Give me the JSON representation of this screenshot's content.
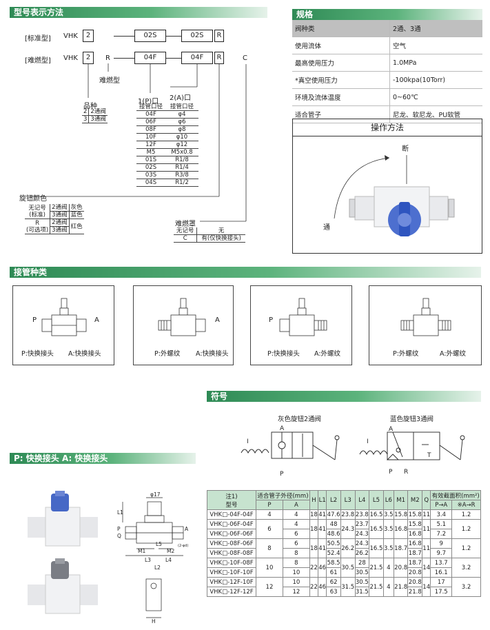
{
  "model": {
    "title": "型号表示方法",
    "std_label": "[标准型]",
    "std_prefix": "VHK",
    "std_codes": [
      "2",
      "02S",
      "02S",
      "R"
    ],
    "fr_label": "[难燃型]",
    "fr_prefix": "VHK",
    "fr_codes": [
      "2",
      "R",
      "04F",
      "04F",
      "R",
      "C"
    ],
    "fr_note": "难燃型",
    "variety_title": "品种",
    "variety_rows": [
      [
        "2",
        "2通阀"
      ],
      [
        "3",
        "3通阀"
      ]
    ],
    "bore_title_p": "1(P)口",
    "bore_title_a": "2(A)口",
    "bore_head": [
      "接管口径",
      "接管口径"
    ],
    "bore_rows": [
      [
        "04F",
        "φ4"
      ],
      [
        "06F",
        "φ6"
      ],
      [
        "08F",
        "φ8"
      ],
      [
        "10F",
        "φ10"
      ],
      [
        "12F",
        "φ12"
      ],
      [
        "M5",
        "M5x0.8"
      ],
      [
        "01S",
        "R1/8"
      ],
      [
        "02S",
        "R1/4"
      ],
      [
        "03S",
        "R3/8"
      ],
      [
        "04S",
        "R1/2"
      ]
    ],
    "knob_title": "旋钮颜色",
    "knob_rows": [
      {
        "code": "无记号\n(标准)",
        "ways": [
          "2通阀",
          "3通阀"
        ],
        "colors": [
          "灰色",
          "蓝色"
        ]
      },
      {
        "code": "R\n(可选项)",
        "ways": [
          "2通阀",
          "3通阀"
        ],
        "color": "红色"
      }
    ],
    "cover_title": "难燃罩",
    "cover_rows": [
      [
        "无记号",
        "无"
      ],
      [
        "C",
        "有(仅快换接头)"
      ]
    ]
  },
  "spec": {
    "title": "规格",
    "rows": [
      [
        "阀种类",
        "2通、3通"
      ],
      [
        "使用流体",
        "空气"
      ],
      [
        "最高使用压力",
        "1.0MPa"
      ],
      [
        "*真空使用压力",
        "-100kpa(10Torr)"
      ],
      [
        "环境及流体温度",
        "0~60℃"
      ],
      [
        "适合管子",
        "尼龙、软尼龙、PU软管"
      ]
    ]
  },
  "operation": {
    "title": "操作方法",
    "off": "断",
    "on": "通"
  },
  "connect": {
    "title": "接管种类",
    "cards": [
      {
        "p": "P:快换接头",
        "a": "A:快换接头"
      },
      {
        "p": "P:外螺纹",
        "a": "A:快换接头"
      },
      {
        "p": "P:快换接头",
        "a": "A:外螺纹"
      },
      {
        "p": "P:外螺纹",
        "a": "A:外螺纹"
      }
    ],
    "port_p": "P",
    "port_a": "A"
  },
  "symbol": {
    "title": "符号",
    "left_title": "灰色旋钮2通阀",
    "right_title": "蓝色旋钮3通阀",
    "marks": {
      "i": "I",
      "a": "A",
      "p": "P",
      "r": "R",
      "t": "T"
    }
  },
  "pp": {
    "title": "P: 快换接头  A: 快换接头",
    "dims": {
      "d17": "φ17",
      "l1": "L1",
      "p": "P",
      "q": "Q",
      "a": "A",
      "l5": "L5",
      "m1": "M1",
      "m2": "M2",
      "l3": "L3",
      "l4": "L4",
      "l2": "L2",
      "h": "H",
      "tube": "(2-φd)"
    }
  },
  "table": {
    "note": "注1)",
    "h_model": "型号",
    "h_tube": "适合管子外径(mm)",
    "h_p": "P",
    "h_a": "A",
    "cols": [
      "H",
      "L1",
      "L2",
      "L3",
      "L4",
      "L5",
      "L6",
      "M1",
      "M2",
      "Q"
    ],
    "h_area": "有效截面积(mm²)",
    "h_pa": "P→A",
    "h_ar": "※A→R",
    "groups": [
      {
        "p": "4",
        "a": "4",
        "h": "18",
        "l1": "41",
        "l3": "23.8",
        "l4": "23.8",
        "l5": "16.5",
        "l6": "3.5",
        "m1": "15.8",
        "m2": "15.8",
        "q": "11",
        "ar": "1.2",
        "rows": [
          {
            "model": "VHK□-04F-04F",
            "l2": "47.6",
            "pa": "3.4"
          }
        ]
      },
      {
        "p": "6",
        "h": "18",
        "l1": "41",
        "l3": "24.3",
        "l5": "16.5",
        "l6": "3.5",
        "m1": "16.8",
        "q": "11",
        "ar": "1.2",
        "rows": [
          {
            "model": "VHK□-06F-04F",
            "a": "4",
            "l2": "48",
            "l4": "23.7",
            "m2": "15.8",
            "pa": "5.1"
          },
          {
            "model": "VHK□-06F-06F",
            "a": "6",
            "l2": "48.6",
            "l4": "24.3",
            "m2": "16.8",
            "pa": "7.2"
          }
        ]
      },
      {
        "p": "8",
        "h": "18",
        "l1": "41",
        "l3": "26.2",
        "l5": "16.5",
        "l6": "3.5",
        "m1": "18.7",
        "q": "11",
        "ar": "1.2",
        "rows": [
          {
            "model": "VHK□-08F-06F",
            "a": "6",
            "l2": "50.5",
            "l4": "24.3",
            "m2": "16.8",
            "pa": "9"
          },
          {
            "model": "VHK□-08F-08F",
            "a": "8",
            "l2": "52.4",
            "l4": "26.2",
            "m2": "18.7",
            "pa": "9.7"
          }
        ]
      },
      {
        "p": "10",
        "h": "22",
        "l1": "46",
        "l3": "30.5",
        "l5": "21.5",
        "l6": "4",
        "m1": "20.8",
        "q": "14",
        "ar": "3.2",
        "rows": [
          {
            "model": "VHK□-10F-08F",
            "a": "8",
            "l2": "58.5",
            "l4": "28",
            "m2": "18.7",
            "pa": "13.7"
          },
          {
            "model": "VHK□-10F-10F",
            "a": "10",
            "l2": "61",
            "l4": "30.5",
            "m2": "20.8",
            "pa": "16.1"
          }
        ]
      },
      {
        "p": "12",
        "h": "22",
        "l1": "46",
        "l3": "31.5",
        "l5": "21.5",
        "l6": "4",
        "m1": "21.8",
        "q": "14",
        "ar": "3.2",
        "rows": [
          {
            "model": "VHK□-12F-10F",
            "a": "10",
            "l2": "62",
            "l4": "30.5",
            "m2": "20.8",
            "pa": "17"
          },
          {
            "model": "VHK□-12F-12F",
            "a": "12",
            "l2": "63",
            "l4": "31.5",
            "m2": "21.8",
            "pa": "17.5"
          }
        ]
      }
    ]
  }
}
